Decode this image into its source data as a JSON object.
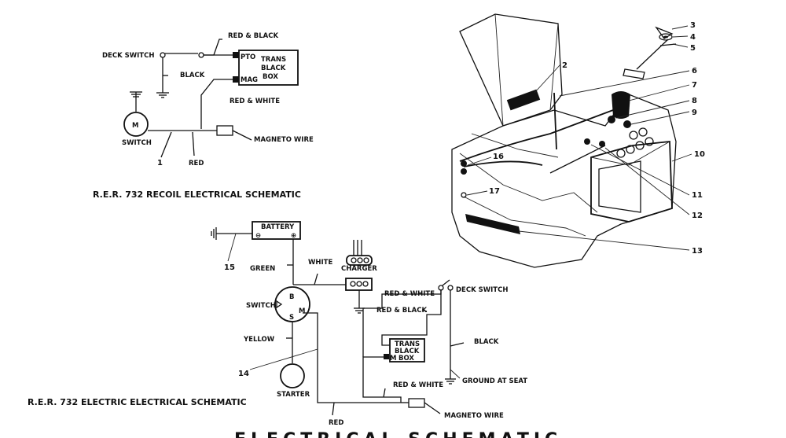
{
  "recoil": {
    "title": "R.E.R. 732 RECOIL ELECTRICAL SCHEMATIC",
    "deck_switch": "DECK SWITCH",
    "red_black": "RED & BLACK",
    "black": "BLACK",
    "red_white": "RED & WHITE",
    "pto": "PTO",
    "mag": "MAG",
    "trans_box": [
      "TRANS",
      "BLACK",
      "BOX"
    ],
    "switch_symbol": "M",
    "switch": "SWITCH",
    "magneto_wire": "MAGNETO WIRE",
    "num_1": "1",
    "red": "RED"
  },
  "electric": {
    "title": "R.E.R. 732 ELECTRIC ELECTRICAL SCHEMATIC",
    "battery": "BATTERY",
    "minus": "⊖",
    "plus": "⊕",
    "num_15": "15",
    "green": "GREEN",
    "white": "WHITE",
    "charger": "CHARGER",
    "switch": "SWITCH",
    "terminal_b": "B",
    "terminal_m": "M",
    "terminal_s": "S",
    "yellow": "YELLOW",
    "num_14": "14",
    "starter": "STARTER",
    "red_white_top": "RED & WHITE",
    "red_black": "RED & BLACK",
    "deck_switch": "DECK SWITCH",
    "trans_box": [
      "TRANS",
      "BLACK",
      "BOX"
    ],
    "box_m": "M",
    "black": "BLACK",
    "ground_at_seat": "GROUND AT SEAT",
    "red_white_bottom": "RED & WHITE",
    "magneto_wire": "MAGNETO WIRE",
    "red": "RED"
  },
  "exploded": {
    "callouts": [
      "2",
      "3",
      "4",
      "5",
      "6",
      "7",
      "8",
      "9",
      "10",
      "11",
      "12",
      "13",
      "16",
      "17"
    ]
  },
  "footer": {
    "heading_cropped": "ELECTRICAL SCHEMATIC"
  }
}
